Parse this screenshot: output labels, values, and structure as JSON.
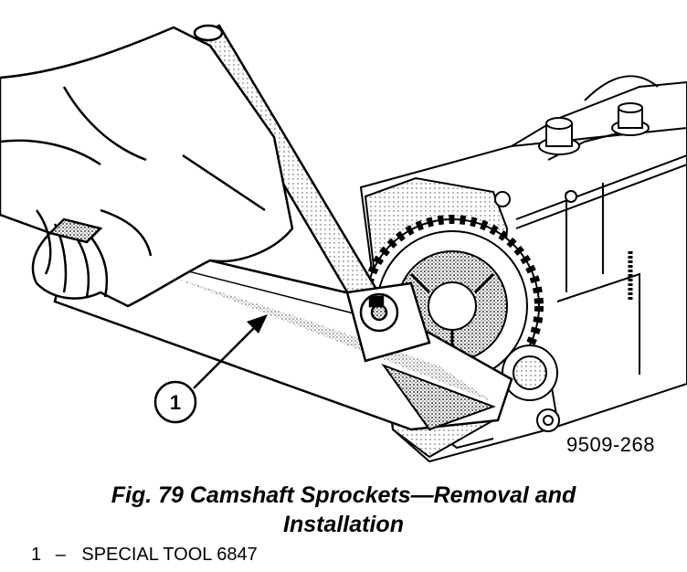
{
  "figure": {
    "code": "9509-268",
    "caption_line1": "Fig. 79 Camshaft Sprockets—Removal and",
    "caption_line2": "Installation",
    "callout_number": "1"
  },
  "legend": {
    "number": "1",
    "dash": "–",
    "text": "SPECIAL TOOL 6847"
  }
}
